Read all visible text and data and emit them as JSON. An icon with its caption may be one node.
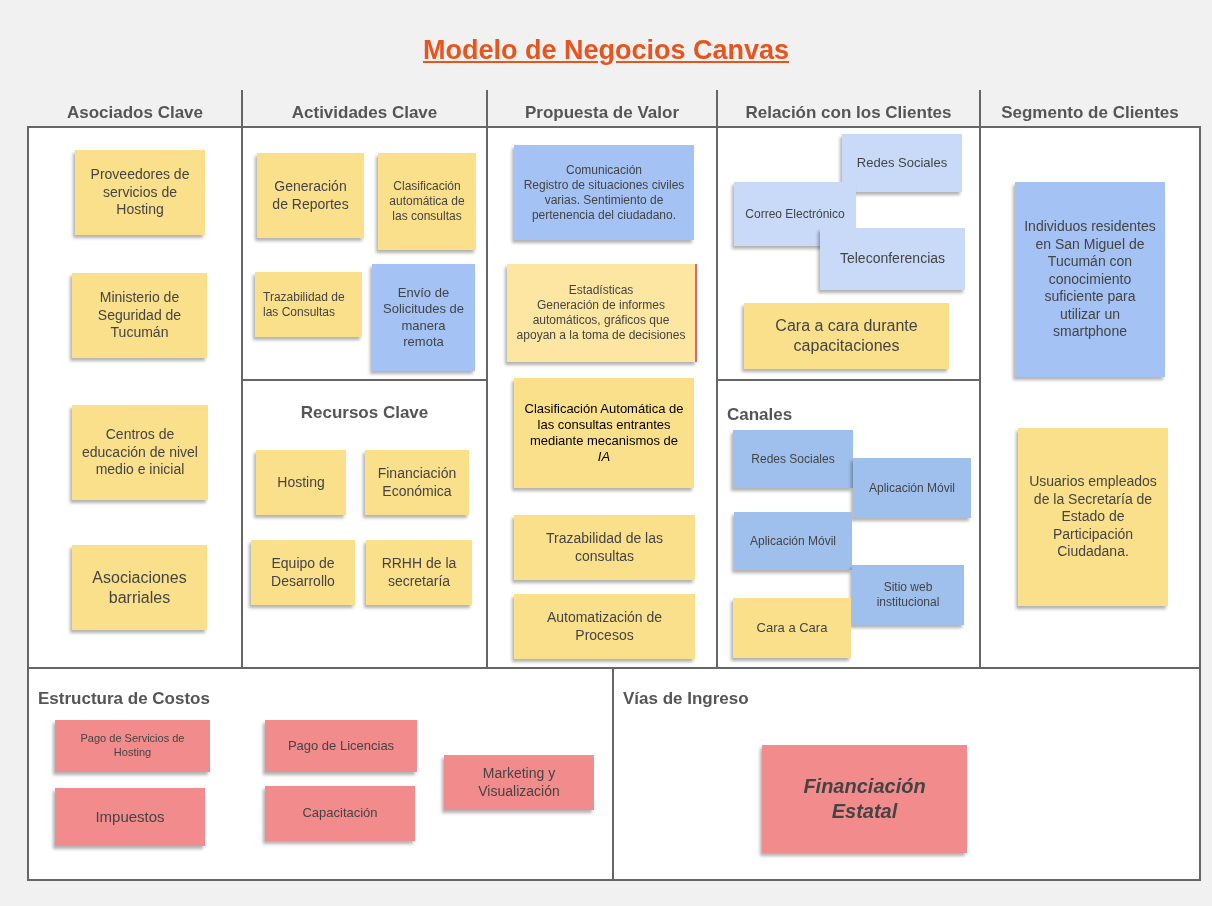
{
  "diagram": {
    "title": "Modelo de Negocios Canvas",
    "nodes": [
      {
        "text": [
          "Asociados Clave"
        ]
      },
      {
        "text": [
          "Proveedores de servicios de Hosting"
        ],
        "in": 0
      },
      {
        "text": [
          "Ministerio de Seguridad de Tucumán"
        ],
        "in": 0
      },
      {
        "text": [
          "Centros de educación de nivel medio e inicial"
        ],
        "in": 0
      },
      {
        "text": [
          "Asociaciones barriales"
        ],
        "in": 0
      },
      {
        "text": [
          "Actividades Clave"
        ]
      },
      {
        "text": [
          "Generación de Reportes"
        ],
        "in": 5
      },
      {
        "text": [
          "Clasificación automática de las consultas"
        ],
        "in": 5
      },
      {
        "text": [
          "Trazabilidad de las Consultas"
        ],
        "in": 5
      },
      {
        "text": [
          "Envío de Solicitudes de manera remota"
        ],
        "in": 5
      },
      {
        "text": [
          "Recursos Clave"
        ]
      },
      {
        "text": [
          "Hosting"
        ],
        "in": 10
      },
      {
        "text": [
          "Financiación Económica"
        ],
        "in": 10
      },
      {
        "text": [
          "Equipo de Desarrollo"
        ],
        "in": 10
      },
      {
        "text": [
          "RRHH de la secretaría"
        ],
        "in": 10
      },
      {
        "text": [
          "Propuesta de Valor"
        ]
      },
      {
        "text": [
          "Comunicación",
          "Registro de situaciones civiles varias. Sentimiento de pertenencia del ciudadano."
        ],
        "in": 15
      },
      {
        "text": [
          "Estadísticas",
          "Generación de informes automáticos, gráficos que apoyan a la toma de decisiones"
        ],
        "in": 15
      },
      {
        "text": [
          "Clasificación Automática de las consultas entrantes mediante mecanismos de *IA*"
        ],
        "in": 15
      },
      {
        "text": [
          "Trazabilidad de las consultas"
        ],
        "in": 15
      },
      {
        "text": [
          "Automatización de Procesos"
        ],
        "in": 15
      },
      {
        "text": [
          "Relación con los Clientes"
        ]
      },
      {
        "text": [
          "Redes Sociales"
        ],
        "in": 21
      },
      {
        "text": [
          "Correo Electrónico"
        ],
        "in": 21
      },
      {
        "text": [
          "Teleconferencias"
        ],
        "in": 21
      },
      {
        "text": [
          "Cara a cara durante capacitaciones"
        ],
        "in": 21
      },
      {
        "text": [
          "Canales"
        ]
      },
      {
        "text": [
          "Redes Sociales"
        ],
        "in": 26
      },
      {
        "text": [
          "Aplicación Móvil"
        ],
        "in": 26
      },
      {
        "text": [
          "Aplicación Móvil"
        ],
        "in": 26
      },
      {
        "text": [
          "Sitio web institucional"
        ],
        "in": 26
      },
      {
        "text": [
          "Cara a Cara"
        ],
        "in": 26
      },
      {
        "text": [
          "Segmento de Clientes"
        ]
      },
      {
        "text": [
          "Individuos residentes en San Miguel de Tucumán con conocimiento suficiente para utilizar un smartphone"
        ],
        "in": 32
      },
      {
        "text": [
          "Usuarios empleados de la Secretaría de Estado de Participación Ciudadana."
        ],
        "in": 32
      },
      {
        "text": [
          "Estructura de Costos"
        ]
      },
      {
        "text": [
          "Pago de Servicios de Hosting"
        ],
        "in": 35
      },
      {
        "text": [
          "Pago de Licencias"
        ],
        "in": 35
      },
      {
        "text": [
          "Marketing y Visualización"
        ],
        "in": 35
      },
      {
        "text": [
          "Impuestos"
        ],
        "in": 35
      },
      {
        "text": [
          "Capacitación"
        ],
        "in": 35
      },
      {
        "text": [
          "Vías de Ingreso"
        ]
      },
      {
        "text": [
          "Financiación Estatal"
        ],
        "in": 41
      }
    ]
  }
}
